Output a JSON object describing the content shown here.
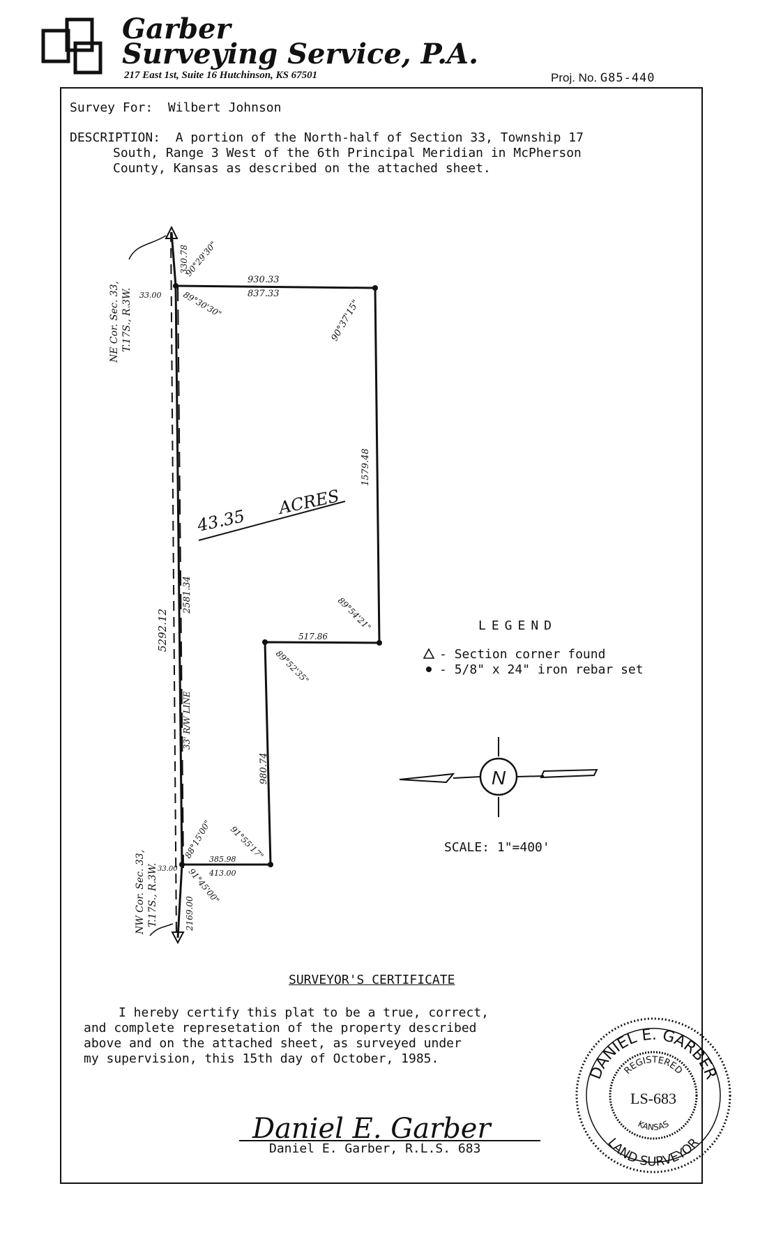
{
  "header": {
    "company_line1": "Garber",
    "company_line2": "Surveying Service, P.A.",
    "address": "217 East 1st, Suite 16 Hutchinson, KS 67501",
    "proj_label": "Proj. No.",
    "proj_number": "G85-440"
  },
  "survey": {
    "for_label": "Survey For:",
    "for_name": "Wilbert Johnson",
    "description_label": "DESCRIPTION:",
    "description_line1": "A portion of the North-half of Section 33, Township 17",
    "description_line2": "South, Range 3 West of the 6th Principal Meridian in McPherson",
    "description_line3": "County, Kansas as described on the attached sheet."
  },
  "plat": {
    "acres": "43.35",
    "acres_word": "ACRES",
    "ne_corner_label_1": "NE Cor. Sec. 33,",
    "ne_corner_label_2": "T.17S., R.3W.",
    "nw_corner_label_1": "NW Cor. Sec. 33,",
    "nw_corner_label_2": "T.17S., R.3W.",
    "dim_top_1": "930.33",
    "dim_top_2": "837.33",
    "dim_top_offset": "33.00",
    "dim_north_end": "330.78",
    "angle_top_1": "90°29'30\"",
    "angle_top_2": "89°30'30\"",
    "angle_ne": "90°37'15\"",
    "dim_east": "1579.48",
    "angle_east_step": "89°54'21\"",
    "dim_step": "517.86",
    "angle_step": "89°52'35\"",
    "dim_mid_east": "980.74",
    "dim_west_1": "5292.12",
    "dim_west_2": "2581.34",
    "rw_line": "33' R/W LINE",
    "angle_bottom_1": "88°15'00\"",
    "angle_bottom_2": "91°55'17\"",
    "dim_bottom_1": "385.98",
    "dim_bottom_2": "413.00",
    "dim_bottom_offset": "33.00",
    "angle_sw": "91°45'00\"",
    "dim_south_end": "2169.00"
  },
  "legend": {
    "title": "LEGEND",
    "item1": "Section corner found",
    "item2": "5/8\" x 24\" iron rebar set",
    "north_letter": "N",
    "scale": "SCALE: 1\"=400'"
  },
  "certificate": {
    "title": "SURVEYOR'S CERTIFICATE",
    "line1": "I hereby certify this plat to be a true, correct,",
    "line2": "and complete represetation of the property described",
    "line3": "above and on the attached sheet, as surveyed under",
    "line4": "my supervision, this 15th day of October, 1985.",
    "signer": "Daniel E. Garber, R.L.S. 683",
    "signature": "Daniel E. Garber"
  },
  "seal": {
    "top": "DANIEL E. GARBER",
    "registered": "REGISTERED",
    "number": "LS-683",
    "state": "KANSAS",
    "bottom": "LAND SURVEYOR"
  }
}
